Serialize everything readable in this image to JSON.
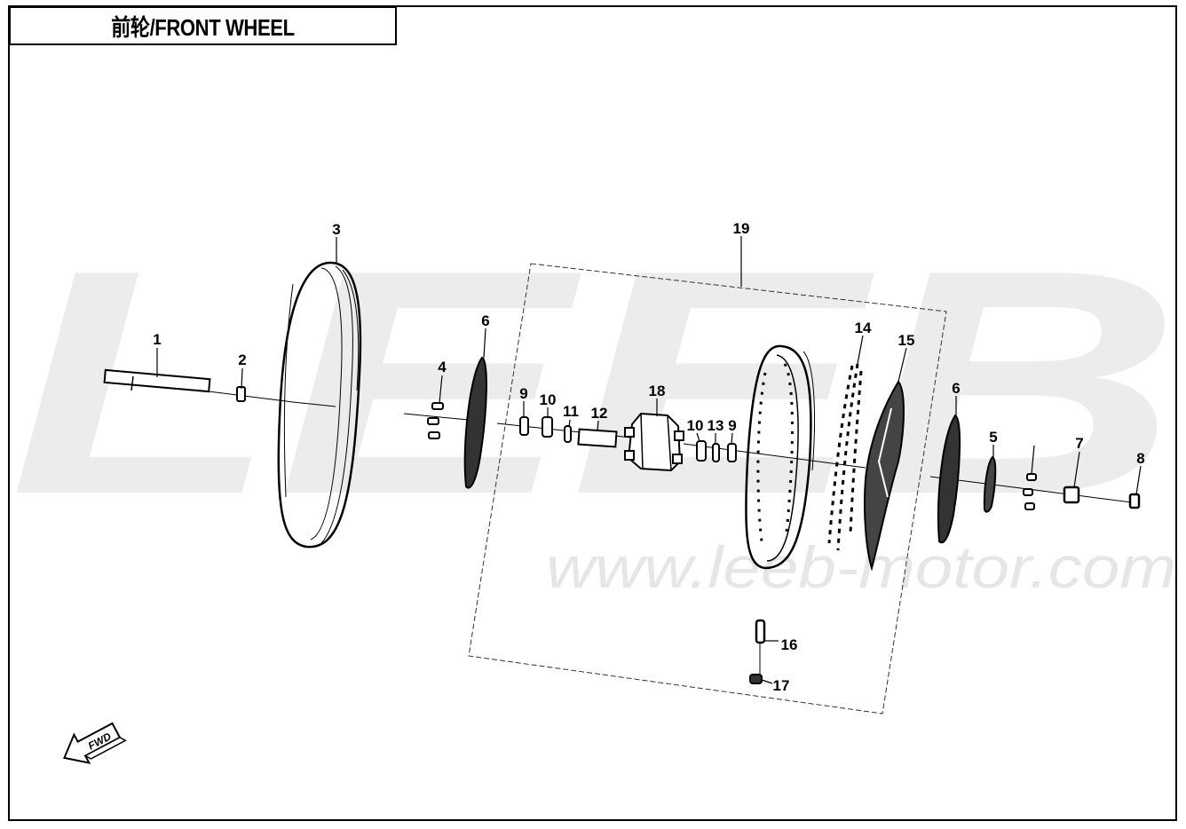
{
  "title": "前轮/FRONT WHEEL",
  "watermark": {
    "logo_text": "LEEB",
    "url_text": "www.leeb-motor.com"
  },
  "direction_badge": "FWD",
  "callouts": [
    "1",
    "2",
    "3",
    "4",
    "5",
    "6",
    "6",
    "7",
    "8",
    "9",
    "9",
    "10",
    "10",
    "11",
    "12",
    "13",
    "14",
    "15",
    "16",
    "17",
    "18",
    "19"
  ],
  "colors": {
    "line": "#000000",
    "watermark": "#e9e9e9",
    "background": "#ffffff"
  }
}
